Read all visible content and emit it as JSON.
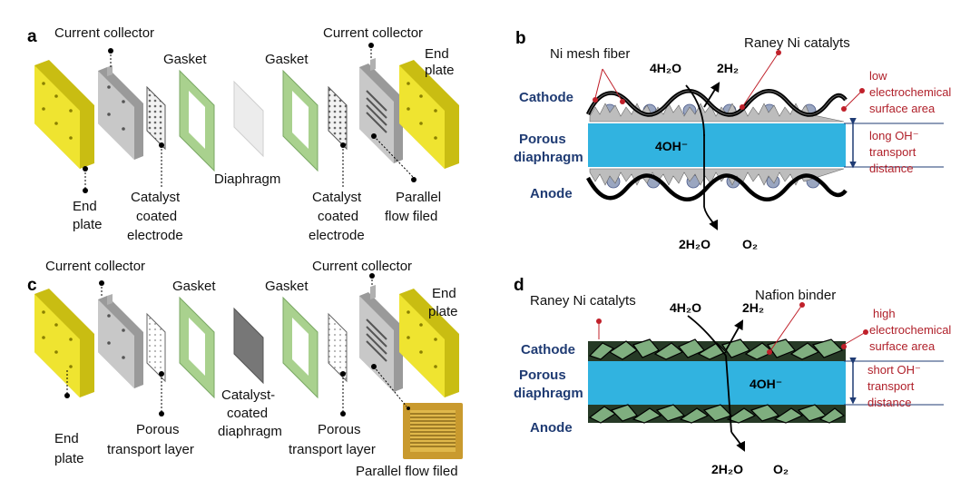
{
  "panel_a": {
    "letter": "a",
    "current_collector_left": "Current collector",
    "gasket_left": "Gasket",
    "gasket_right": "Gasket",
    "current_collector_right": "Current collector",
    "end_plate_right": [
      "End",
      "plate"
    ],
    "end_plate_left": [
      "End",
      "plate"
    ],
    "catalyst_left": [
      "Catalyst",
      "coated",
      "electrode"
    ],
    "diaphragm": "Diaphragm",
    "catalyst_right": [
      "Catalyst",
      "coated",
      "electrode"
    ],
    "parallel": [
      "Parallel",
      "flow filed"
    ]
  },
  "panel_b": {
    "letter": "b",
    "ni_mesh": "Ni mesh fiber",
    "raney": "Raney Ni catalyts",
    "h2o_in": "4H₂O",
    "h2_out": "2H₂",
    "cathode": "Cathode",
    "porous": [
      "Porous",
      "diaphragm"
    ],
    "oh": "4OH⁻",
    "anode": "Anode",
    "h2o_out": "2H₂O",
    "o2_out": "O₂",
    "surface": [
      "low",
      "electrochemical",
      "surface area"
    ],
    "transport": [
      "long OH⁻",
      "transport",
      "distance"
    ]
  },
  "panel_c": {
    "letter": "c",
    "current_collector_left": "Current collector",
    "gasket_left": "Gasket",
    "gasket_right": "Gasket",
    "current_collector_right": "Current collector",
    "end_plate_right": [
      "End",
      "plate"
    ],
    "end_plate_left": [
      "End",
      "plate"
    ],
    "ptl_left": [
      "Porous",
      "transport layer"
    ],
    "ccd": [
      "Catalyst-",
      "coated",
      "diaphragm"
    ],
    "ptl_right": [
      "Porous",
      "transport layer"
    ],
    "parallel": "Parallel flow filed"
  },
  "panel_d": {
    "letter": "d",
    "raney": "Raney Ni catalyts",
    "nafion": "Nafion binder",
    "h2o_in": "4H₂O",
    "h2_out": "2H₂",
    "cathode": "Cathode",
    "porous": [
      "Porous",
      "diaphragm"
    ],
    "oh": "4OH⁻",
    "anode": "Anode",
    "h2o_out": "2H₂O",
    "o2_out": "O₂",
    "surface": [
      "high",
      "electrochemical",
      "surface area"
    ],
    "transport": [
      "short OH⁻",
      "transport",
      "distance"
    ]
  },
  "colors": {
    "end_plate": "#e8dd1f",
    "collector": "#bdbdbd",
    "gasket": "#a9d18e",
    "membrane": "#31b3e0",
    "catalyst": "#5f8a5f",
    "label_red": "#b0202a",
    "label_blue": "#1f3b73"
  }
}
